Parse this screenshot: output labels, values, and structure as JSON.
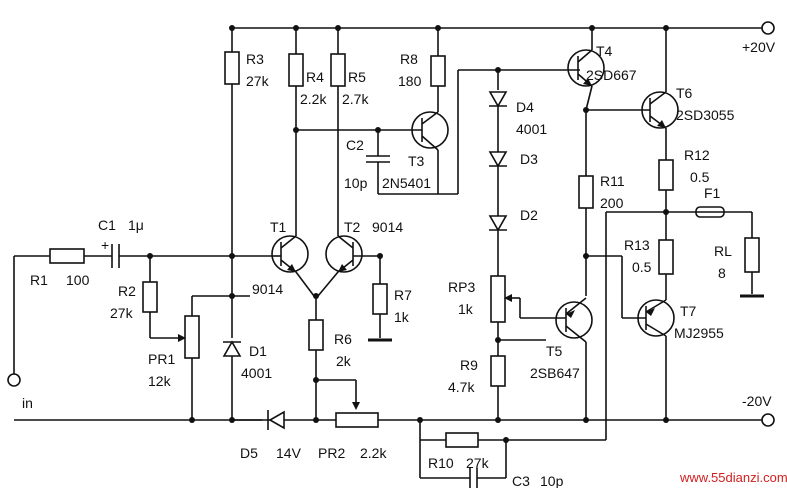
{
  "labels": {
    "vplus": "+20V",
    "vminus": "-20V",
    "input": "in",
    "r1": "R1",
    "r1_val": "100",
    "c1": "C1",
    "c1_val": "1μ",
    "c1_plus": "+",
    "r2": "R2",
    "r2_val": "27k",
    "pr1": "PR1",
    "pr1_val": "12k",
    "r3": "R3",
    "r3_val": "27k",
    "r4": "R4",
    "r4_val": "2.2k",
    "r5": "R5",
    "r5_val": "2.7k",
    "r6": "R6",
    "r6_val": "2k",
    "pr2": "PR2",
    "pr2_val": "2.2k",
    "r7": "R7",
    "r7_val": "1k",
    "r8": "R8",
    "r8_val": "180",
    "c2": "C2",
    "c2_val": "10p",
    "t1": "T1",
    "t1_val": "9014",
    "t2": "T2",
    "t2_val": "9014",
    "t3": "T3",
    "t3_val": "2N5401",
    "d1": "D1",
    "d1_val": "4001",
    "d5": "D5",
    "d5_val": "14V",
    "d4": "D4",
    "d4_val": "4001",
    "d3": "D3",
    "d2": "D2",
    "rp3": "RP3",
    "rp3_val": "1k",
    "r9": "R9",
    "r9_val": "4.7k",
    "r10": "R10",
    "r10_val": "27k",
    "c3": "C3",
    "c3_val": "10p",
    "t4": "T4",
    "t4_val": "2SD667",
    "t5": "T5",
    "t5_val": "2SB647",
    "r11": "R11",
    "r11_val": "200",
    "t6": "T6",
    "t6_val": "2SD3055",
    "r12": "R12",
    "r12_val": "0.5",
    "f1": "F1",
    "rl": "RL",
    "rl_val": "8",
    "r13": "R13",
    "r13_val": "0.5",
    "t7": "T7",
    "t7_val": "MJ2955"
  },
  "watermark": "www.55dianzi.com"
}
